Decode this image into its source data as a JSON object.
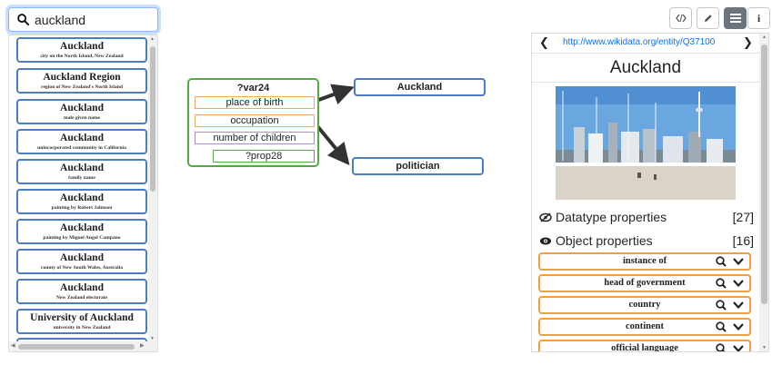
{
  "search": {
    "value": "auckland"
  },
  "results": [
    {
      "title": "Auckland",
      "description": "city on the North Island, New Zealand"
    },
    {
      "title": "Auckland Region",
      "description": "region of New Zealand's North Island"
    },
    {
      "title": "Auckland",
      "description": "male given name"
    },
    {
      "title": "Auckland",
      "description": "unincorporated community in California"
    },
    {
      "title": "Auckland",
      "description": "family name"
    },
    {
      "title": "Auckland",
      "description": "painting by Robert Johnson"
    },
    {
      "title": "Auckland",
      "description": "painting by Miguel Angel Campano"
    },
    {
      "title": "Auckland",
      "description": "county of New South Wales, Australia"
    },
    {
      "title": "Auckland",
      "description": "New Zealand electorate"
    },
    {
      "title": "University of Auckland",
      "description": "university in New Zealand"
    }
  ],
  "graph": {
    "variable": "?var24",
    "properties": [
      "place of birth",
      "occupation",
      "number of children"
    ],
    "sub_property": "?prop28",
    "targets": [
      "Auckland",
      "politician"
    ]
  },
  "toolbar": {
    "buttons": [
      "code-icon",
      "pencil-icon",
      "list-icon",
      "info-icon"
    ],
    "info_label": "i"
  },
  "panel": {
    "entity_url": "http://www.wikidata.org/entity/Q37100",
    "title": "Auckland",
    "datatype_label": "Datatype properties",
    "datatype_count": "[27]",
    "object_label": "Object properties",
    "object_count": "[16]",
    "object_properties": [
      "instance of",
      "head of government",
      "country",
      "continent",
      "official language"
    ]
  },
  "colors": {
    "entity_border": "#4a7ec0",
    "variable_border": "#55aa45",
    "property_border": "#f0a862",
    "object_property_border": "#f0a040",
    "link": "#0d6efd"
  }
}
